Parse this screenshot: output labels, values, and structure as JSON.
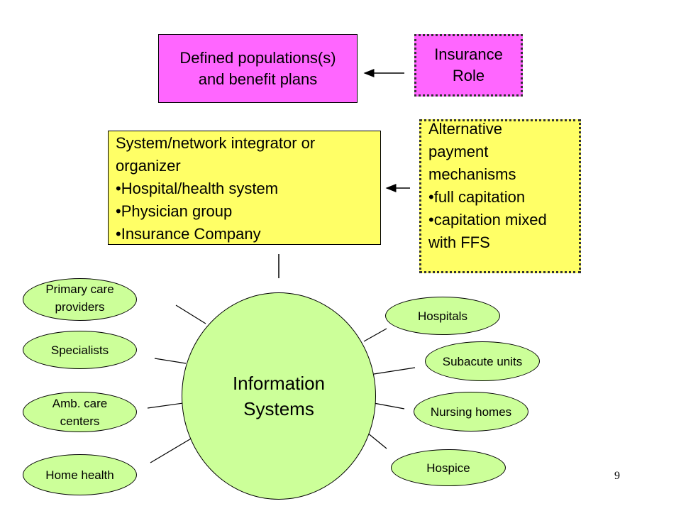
{
  "colors": {
    "magenta": "#ff66ff",
    "yellow": "#ffff66",
    "green": "#ccff99"
  },
  "defined_populations": {
    "line1": "Defined populations(s)",
    "line2": "and benefit plans"
  },
  "insurance_role": {
    "line1": "Insurance",
    "line2": "Role"
  },
  "integrator": {
    "lines": [
      "System/network integrator or",
      "organizer",
      "•Hospital/health system",
      "•Physician group",
      "•Insurance Company"
    ]
  },
  "payment": {
    "lines": [
      "Alternative",
      "payment",
      "mechanisms",
      "•full capitation",
      "•capitation mixed",
      "with FFS"
    ]
  },
  "center": {
    "line1": "Information",
    "line2": "Systems"
  },
  "left_nodes": {
    "primary_care": {
      "line1": "Primary care",
      "line2": "providers"
    },
    "specialists": "Specialists",
    "amb_care": {
      "line1": "Amb. care",
      "line2": "centers"
    },
    "home_health": "Home health"
  },
  "right_nodes": {
    "hospitals": "Hospitals",
    "subacute": "Subacute units",
    "nursing": "Nursing homes",
    "hospice": "Hospice"
  },
  "page_number": "9"
}
